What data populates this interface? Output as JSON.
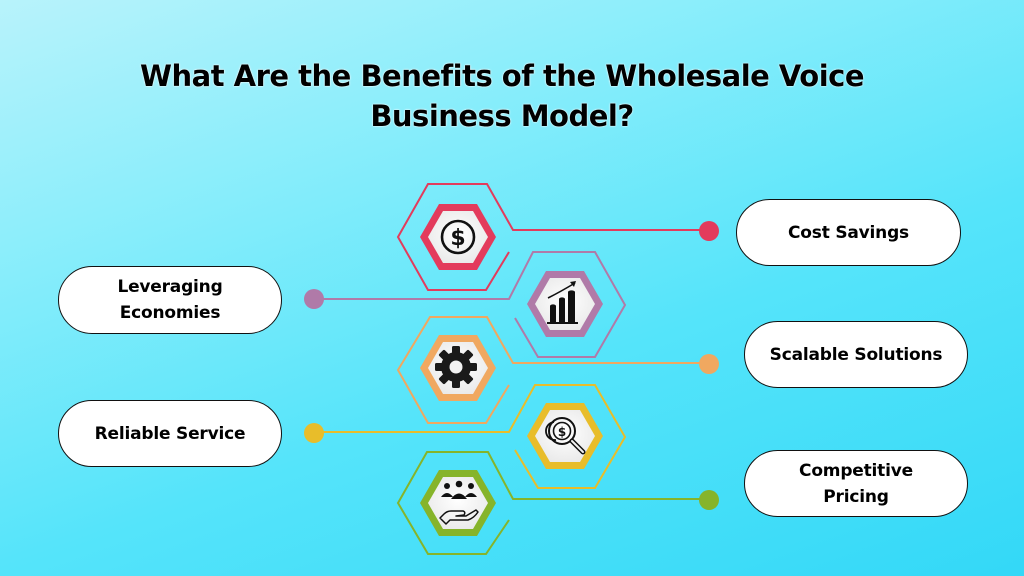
{
  "title": {
    "line1": "What Are the Benefits of the Wholesale Voice",
    "line2": "Business Model?"
  },
  "benefits": [
    {
      "id": "cost-savings",
      "label_line1": "Cost Savings",
      "label_line2": "",
      "side": "right",
      "icon": "dollar-circle-icon",
      "color": "#e33b5c"
    },
    {
      "id": "leveraging-economies",
      "label_line1": "Leveraging",
      "label_line2": "Economies",
      "side": "left",
      "icon": "bar-chart-growth-icon",
      "color": "#b07aa8"
    },
    {
      "id": "scalable-solutions",
      "label_line1": "Scalable Solutions",
      "label_line2": "",
      "side": "right",
      "icon": "gear-icon",
      "color": "#f0a860"
    },
    {
      "id": "reliable-service",
      "label_line1": "Reliable Service",
      "label_line2": "",
      "side": "left",
      "icon": "search-dollar-icon",
      "color": "#e8bd2a"
    },
    {
      "id": "competitive-pricing",
      "label_line1": "Competitive",
      "label_line2": "Pricing",
      "side": "right",
      "icon": "hand-people-icon",
      "color": "#86b42a"
    }
  ],
  "colors": {
    "background_top": "#b8f3fb",
    "background_bottom": "#33d8f7",
    "pill_fill": "#ffffff",
    "pill_border": "#111111"
  }
}
